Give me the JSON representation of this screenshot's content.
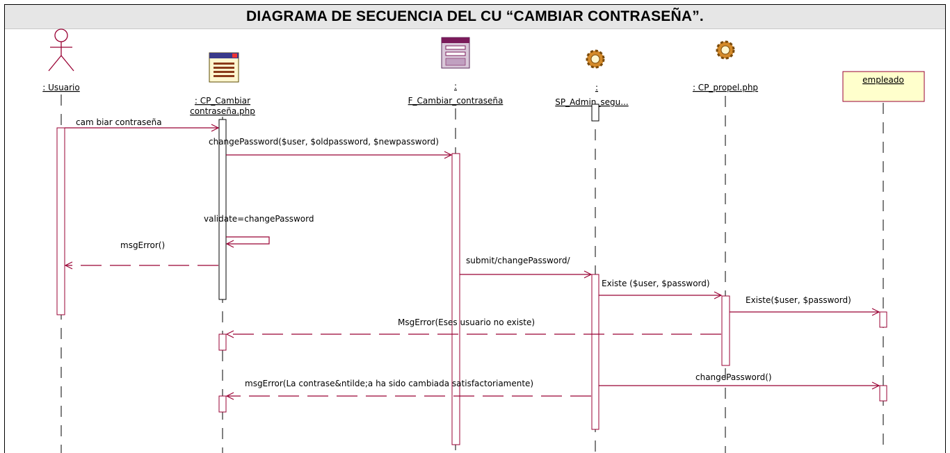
{
  "diagram": {
    "title": "DIAGRAMA DE SECUENCIA DEL CU “CAMBIAR CONTRASEÑA”.",
    "participants": [
      {
        "id": "usuario",
        "kind": "actor",
        "label_lines": [
          ": Usuario"
        ]
      },
      {
        "id": "cp_cambiar",
        "kind": "boundary",
        "label_lines": [
          ": CP_Cambiar",
          "contraseña.php"
        ]
      },
      {
        "id": "f_cambiar",
        "kind": "form",
        "label_lines": [
          ":",
          "F_Cambiar_contraseña"
        ]
      },
      {
        "id": "sp_admin",
        "kind": "control",
        "label_lines": [
          ":",
          "SP_Admin_segu..."
        ]
      },
      {
        "id": "cp_propel",
        "kind": "control",
        "label_lines": [
          ": CP_propel.php"
        ]
      },
      {
        "id": "empleado",
        "kind": "entity",
        "label_lines": [
          "empleado"
        ]
      }
    ],
    "messages": [
      {
        "id": "m1",
        "text": "cam biar contraseña",
        "from": "usuario",
        "to": "cp_cambiar",
        "type": "call"
      },
      {
        "id": "m2",
        "text": "changePassword($user, $oldpassword, $newpassword)",
        "from": "cp_cambiar",
        "to": "f_cambiar",
        "type": "call"
      },
      {
        "id": "m3",
        "text": "validate=changePassword",
        "from": "cp_cambiar",
        "to": "cp_cambiar",
        "type": "self"
      },
      {
        "id": "m4",
        "text": "msgError()",
        "from": "cp_cambiar",
        "to": "usuario",
        "type": "return"
      },
      {
        "id": "m5",
        "text": "submit/changePassword/",
        "from": "f_cambiar",
        "to": "sp_admin",
        "type": "call"
      },
      {
        "id": "m6",
        "text": "Existe ($user, $password)",
        "from": "sp_admin",
        "to": "cp_propel",
        "type": "call"
      },
      {
        "id": "m7",
        "text": "Existe($user, $password)",
        "from": "cp_propel",
        "to": "empleado",
        "type": "call"
      },
      {
        "id": "m8",
        "text": "MsgError(Eses usuario no existe)",
        "from": "cp_propel",
        "to": "cp_cambiar",
        "type": "return"
      },
      {
        "id": "m9",
        "text": "changePassword()",
        "from": "sp_admin",
        "to": "empleado",
        "type": "call"
      },
      {
        "id": "m10",
        "text": "msgError(La contrase&ntilde;a ha sido cambiada satisfactoriamente)",
        "from": "sp_admin",
        "to": "cp_cambiar",
        "type": "return"
      }
    ],
    "colors": {
      "line": "#990033",
      "entity_fill": "#ffffcc",
      "gear": "#d48a2a",
      "title_bar": "#e6e6e6"
    }
  }
}
